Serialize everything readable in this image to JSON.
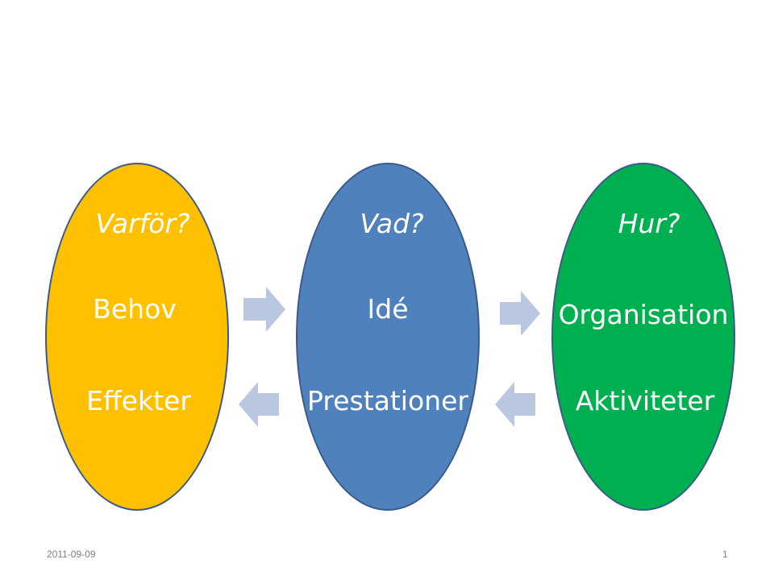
{
  "colors": {
    "oval_left": "#ffc000",
    "oval_middle": "#4f81bd",
    "oval_right": "#00b050",
    "outline": "#3a5a8a",
    "arrow": "#b9c7e0"
  },
  "ovals": [
    {
      "question": "Varför?",
      "top": "Behov",
      "bottom": "Effekter"
    },
    {
      "question": "Vad?",
      "top": "Idé",
      "bottom": "Prestationer"
    },
    {
      "question": "Hur?",
      "top": "Organisation",
      "bottom": "Aktiviteter"
    }
  ],
  "footer": {
    "date": "2011-09-09",
    "page": "1"
  }
}
